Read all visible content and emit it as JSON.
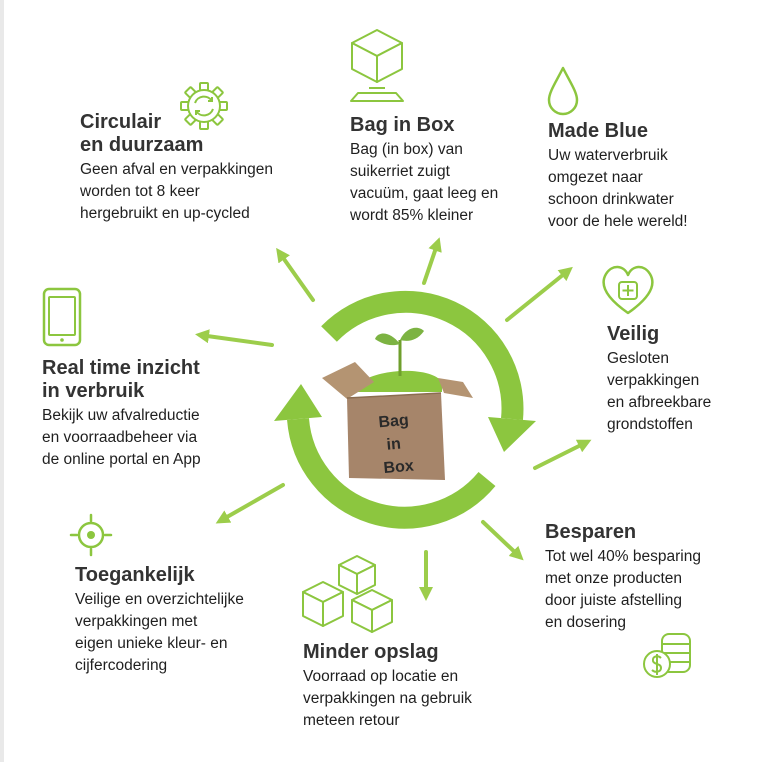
{
  "infographic": {
    "center_box": {
      "lines": [
        "Bag",
        "in",
        "Box"
      ]
    },
    "blocks": {
      "circulair": {
        "title": [
          "Circulair",
          "en duurzaam"
        ],
        "body": [
          "Geen afval en verpakkingen",
          "worden tot 8 keer",
          "hergebruikt en up-cycled"
        ],
        "icon": "recycle-gear-icon"
      },
      "bag_in_box": {
        "title": [
          "Bag in Box"
        ],
        "body": [
          "Bag (in box) van",
          "suikerriet zuigt",
          "vacuüm, gaat leeg en",
          "wordt 85% kleiner"
        ],
        "icon": "cube-icon"
      },
      "made_blue": {
        "title": [
          "Made Blue"
        ],
        "body": [
          "Uw waterverbruik",
          "omgezet naar",
          "schoon drinkwater",
          "voor de hele wereld!"
        ],
        "icon": "water-drop-icon"
      },
      "veilig": {
        "title": [
          "Veilig"
        ],
        "body": [
          "Gesloten",
          "verpakkingen",
          "en afbreekbare",
          "grondstoffen"
        ],
        "icon": "heart-plus-icon"
      },
      "real_time": {
        "title": [
          "Real time inzicht",
          "in verbruik"
        ],
        "body": [
          "Bekijk uw afvalreductie",
          "en voorraadbeheer via",
          "de online portal en App"
        ],
        "icon": "tablet-icon"
      },
      "toegankelijk": {
        "title": [
          "Toegankelijk"
        ],
        "body": [
          "Veilige en overzichtelijke",
          "verpakkingen met",
          "eigen unieke kleur- en",
          "cijfercodering"
        ],
        "icon": "target-icon"
      },
      "minder_opslag": {
        "title": [
          "Minder opslag"
        ],
        "body": [
          "Voorraad op locatie en",
          "verpakkingen na gebruik",
          "meteen retour"
        ],
        "icon": "stacked-boxes-icon"
      },
      "besparen": {
        "title": [
          "Besparen"
        ],
        "body": [
          "Tot wel 40% besparing",
          "met onze producten",
          "door juiste afstelling",
          "en dosering"
        ],
        "icon": "coins-icon"
      }
    }
  },
  "colors": {
    "accent_green": "#8cc63f",
    "arrow_green": "#9ccd4b",
    "box_brown": "#a6856a",
    "title_text": "#333333",
    "body_text": "#1f1f1f"
  }
}
